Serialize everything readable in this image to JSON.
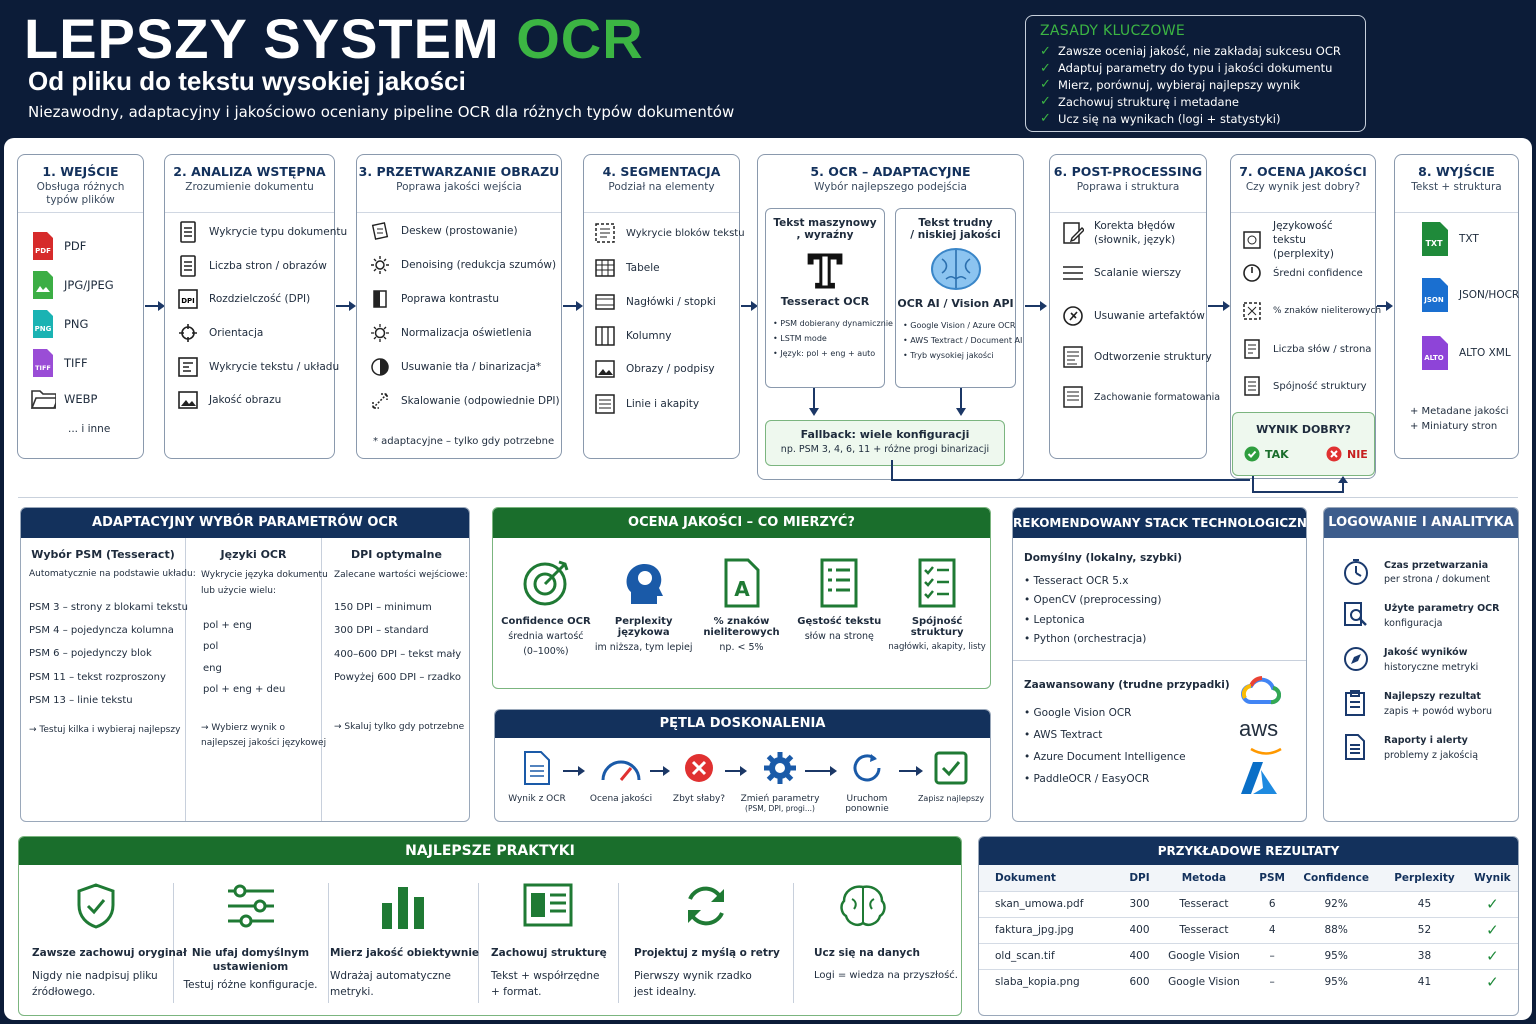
{
  "header": {
    "title_main": "LEPSZY SYSTEM",
    "title_accent": "OCR",
    "subtitle": "Od pliku do tekstu wysokiej jakości",
    "tagline": "Niezawodny, adaptacyjny i jakościowo oceniany pipeline OCR dla różnych typów dokumentów"
  },
  "key_rules": {
    "title": "ZASADY KLUCZOWE",
    "items": [
      "Zawsze oceniaj jakość, nie zakładaj sukcesu OCR",
      "Adaptuj parametry do typu i jakości dokumentu",
      "Mierz, porównuj, wybieraj najlepszy wynik",
      "Zachowuj strukturę i metadane",
      "Ucz się na wynikach (logi + statystyki)"
    ]
  },
  "stages": [
    {
      "title": "1. WEJŚCIE",
      "subtitle": "Obsługa różnych typów plików",
      "items": [
        "PDF",
        "JPG/JPEG",
        "PNG",
        "TIFF",
        "WEBP",
        "... i inne"
      ]
    },
    {
      "title": "2. ANALIZA WSTĘPNA",
      "subtitle": "Zrozumienie dokumentu",
      "items": [
        "Wykrycie typu dokumentu",
        "Liczba stron / obrazów",
        "Rozdzielczość (DPI)",
        "Orientacja",
        "Wykrycie tekstu / układu",
        "Jakość obrazu"
      ]
    },
    {
      "title": "3. PRZETWARZANIE OBRAZU",
      "subtitle": "Poprawa jakości wejścia",
      "items": [
        "Deskew (prostowanie)",
        "Denoising (redukcja szumów)",
        "Poprawa kontrastu",
        "Normalizacja oświetlenia",
        "Usuwanie tła / binarizacja*",
        "Skalowanie (odpowiednie DPI)"
      ],
      "note": "* adaptacyjne – tylko gdy potrzebne"
    },
    {
      "title": "4. SEGMENTACJA",
      "subtitle": "Podział na elementy",
      "items": [
        "Wykrycie bloków tekstu",
        "Tabele",
        "Nagłówki / stopki",
        "Kolumny",
        "Obrazy / podpisy",
        "Linie i akapity"
      ]
    },
    {
      "title": "5. OCR – ADAPTACYJNE",
      "subtitle": "Wybór najlepszego podejścia",
      "left": {
        "head1": "Tekst maszynowy",
        "head2": ", wyraźny",
        "engine": "Tesseract OCR",
        "bullets": [
          "• PSM dobierany dynamicznie",
          "• LSTM mode",
          "• Język: pol + eng + auto"
        ]
      },
      "right": {
        "head1": "Tekst trudny",
        "head2": "/ niskiej jakości",
        "engine": "OCR AI / Vision API",
        "bullets": [
          "• Google Vision / Azure OCR",
          "• AWS Textract / Document AI",
          "• Tryb wysokiej jakości"
        ]
      },
      "fallback": {
        "title": "Fallback: wiele konfiguracji",
        "detail": "np. PSM 3, 4, 6, 11 + różne progi binarizacji"
      }
    },
    {
      "title": "6. POST-PROCESSING",
      "subtitle": "Poprawa i struktura",
      "items": [
        "Korekta błędów (słownik, język)",
        "Scalanie wierszy",
        "Usuwanie artefaktów",
        "Odtworzenie struktury",
        "Zachowanie formatowania"
      ]
    },
    {
      "title": "7. OCENA JAKOŚCI",
      "subtitle": "Czy wynik jest dobry?",
      "items": [
        "Językowość tekstu (perplexity)",
        "Średni confidence",
        "% znaków nieliterowych",
        "Liczba słów / strona",
        "Spójność struktury"
      ],
      "decision": {
        "q": "WYNIK DOBRY?",
        "yes": "TAK",
        "no": "NIE"
      }
    },
    {
      "title": "8. WYJŚCIE",
      "subtitle": "Tekst + struktura",
      "items": [
        "TXT",
        "JSON/HOCR",
        "ALTO XML"
      ],
      "icons": [
        "TXT",
        "JSON",
        "ALTO"
      ],
      "extra": [
        "+ Metadane jakości",
        "+ Miniatury stron"
      ]
    }
  ],
  "params": {
    "title": "ADAPTACYJNY WYBÓR PARAMETRÓW OCR",
    "psm": {
      "head": "Wybór PSM (Tesseract)",
      "sub": "Automatycznie na podstawie układu:",
      "items": [
        "PSM 3 – strony z blokami tekstu",
        "PSM 4 – pojedyncza kolumna",
        "PSM 6 – pojedynczy blok",
        "PSM 11 – tekst rozproszony",
        "PSM 13 – linie tekstu"
      ],
      "tip": "→ Testuj kilka i wybieraj najlepszy"
    },
    "lang": {
      "head": "Języki OCR",
      "sub1": "Wykrycie języka dokumentu",
      "sub2": "lub użycie wielu:",
      "items": [
        "pol + eng",
        "pol",
        "eng",
        "pol + eng + deu"
      ],
      "tip1": "→ Wybierz wynik o",
      "tip2": "najlepszej jakości językowej"
    },
    "dpi": {
      "head": "DPI optymalne",
      "sub": "Zalecane wartości wejściowe:",
      "items": [
        "150 DPI – minimum",
        "300 DPI – standard",
        "400–600 DPI – tekst mały",
        "Powyżej 600 DPI – rzadko"
      ],
      "tip": "→ Skaluj tylko gdy potrzebne"
    }
  },
  "quality": {
    "title": "OCENA JAKOŚCI – CO MIERZYĆ?",
    "metrics": [
      {
        "l1": "Confidence OCR",
        "l2": "",
        "d1": "średnia wartość",
        "d2": "(0–100%)"
      },
      {
        "l1": "Perplexity",
        "l2": "językowa",
        "d1": "im niższa, tym lepiej",
        "d2": ""
      },
      {
        "l1": "% znaków",
        "l2": "nieliterowych",
        "d1": "np. < 5%",
        "d2": ""
      },
      {
        "l1": "Gęstość tekstu",
        "l2": "",
        "d1": "słów na stronę",
        "d2": ""
      },
      {
        "l1": "Spójność",
        "l2": "struktury",
        "d1": "nagłówki, akapity, listy",
        "d2": ""
      }
    ]
  },
  "loop": {
    "title": "PĘTLA DOSKONALENIA",
    "steps": [
      {
        "l1": "Wynik z OCR",
        "l2": ""
      },
      {
        "l1": "Ocena jakości",
        "l2": ""
      },
      {
        "l1": "Zbyt słaby?",
        "l2": ""
      },
      {
        "l1": "Zmień parametry",
        "l2": "(PSM, DPI, progi...)"
      },
      {
        "l1": "Uruchom",
        "l2": "ponownie"
      },
      {
        "l1": "Zapisz najlepszy",
        "l2": ""
      }
    ]
  },
  "stack": {
    "title": "REKOMENDOWANY STACK TECHNOLOGICZNY",
    "default_head": "Domyślny (lokalny, szybki)",
    "default_items": [
      "• Tesseract OCR 5.x",
      "• OpenCV (preprocessing)",
      "• Leptonica",
      "• Python (orchestracja)"
    ],
    "adv_head": "Zaawansowany (trudne przypadki)",
    "adv_items": [
      "• Google Vision OCR",
      "• AWS Textract",
      "• Azure Document Intelligence",
      "• PaddleOCR / EasyOCR"
    ],
    "aws": "aws"
  },
  "logging": {
    "title": "LOGOWANIE I ANALITYKA",
    "items": [
      {
        "t": "Czas przetwarzania",
        "d": "per strona / dokument"
      },
      {
        "t": "Użyte parametry OCR",
        "d": "konfiguracja"
      },
      {
        "t": "Jakość wyników",
        "d": "historyczne metryki"
      },
      {
        "t": "Najlepszy rezultat",
        "d": "zapis + powód wyboru"
      },
      {
        "t": "Raporty i alerty",
        "d": "problemy z jakością"
      }
    ]
  },
  "practices": {
    "title": "NAJLEPSZE PRAKTYKI",
    "items": [
      {
        "t1": "Zawsze zachowuj oryginał",
        "t2": "",
        "d1": "Nigdy nie nadpisuj pliku",
        "d2": "źródłowego."
      },
      {
        "t1": "Nie ufaj domyślnym",
        "t2": "ustawieniom",
        "d1": "Testuj różne konfiguracje.",
        "d2": ""
      },
      {
        "t1": "Mierz jakość obiektywnie",
        "t2": "",
        "d1": "Wdrażaj automatyczne",
        "d2": "metryki."
      },
      {
        "t1": "Zachowuj strukturę",
        "t2": "",
        "d1": "Tekst + współrzędne",
        "d2": "+ format."
      },
      {
        "t1": "Projektuj z myślą o retry",
        "t2": "",
        "d1": "Pierwszy wynik rzadko",
        "d2": "jest idealny."
      },
      {
        "t1": "Ucz się na danych",
        "t2": "",
        "d1": "Logi = wiedza na przyszłość.",
        "d2": ""
      }
    ]
  },
  "results": {
    "title": "PRZYKŁADOWE REZULTATY",
    "columns": [
      "Dokument",
      "DPI",
      "Metoda",
      "PSM",
      "Confidence",
      "Perplexity",
      "Wynik"
    ],
    "rows": [
      [
        "skan_umowa.pdf",
        "300",
        "Tesseract",
        "6",
        "92%",
        "45",
        "✓"
      ],
      [
        "faktura_jpg.jpg",
        "400",
        "Tesseract",
        "4",
        "88%",
        "52",
        "✓"
      ],
      [
        "old_scan.tif",
        "400",
        "Google Vision",
        "–",
        "95%",
        "38",
        "✓"
      ],
      [
        "slaba_kopia.png",
        "600",
        "Google Vision",
        "–",
        "95%",
        "41",
        "✓"
      ]
    ]
  },
  "colors": {
    "navy": "#0c1c38",
    "green": "#3cb543",
    "dark_green": "#1a6e2c",
    "blue_bar": "#13315c",
    "steel": "#3d5d8c",
    "red": "#e03131"
  }
}
